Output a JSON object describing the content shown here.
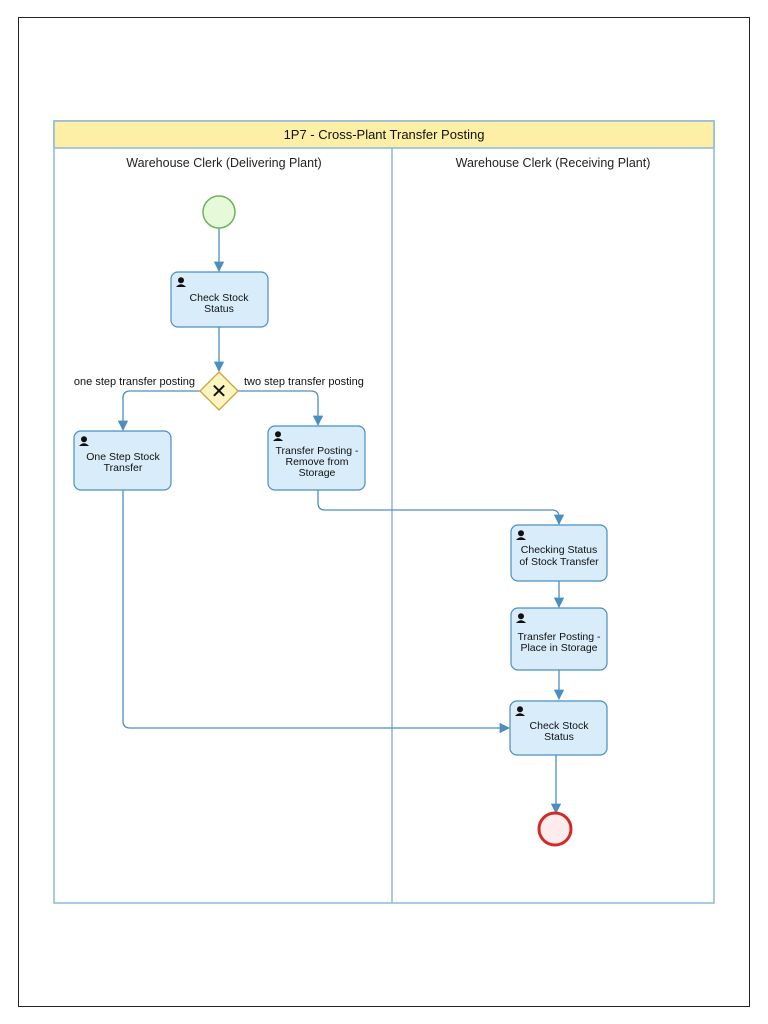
{
  "pool": {
    "title": "1P7 - Cross-Plant Transfer Posting"
  },
  "lanes": [
    {
      "id": "delivering",
      "title": "Warehouse Clerk (Delivering Plant)"
    },
    {
      "id": "receiving",
      "title": "Warehouse Clerk (Receiving Plant)"
    }
  ],
  "events": {
    "start": {
      "type": "start-event"
    },
    "end": {
      "type": "end-event"
    }
  },
  "tasks": [
    {
      "id": "check-stock-1",
      "icon": "user-icon",
      "lines": [
        "Check Stock",
        "Status"
      ]
    },
    {
      "id": "one-step",
      "icon": "user-icon",
      "lines": [
        "One Step Stock",
        "Transfer"
      ]
    },
    {
      "id": "remove-storage",
      "icon": "user-icon",
      "lines": [
        "Transfer Posting -",
        "Remove from",
        "Storage"
      ]
    },
    {
      "id": "checking-status",
      "icon": "user-icon",
      "lines": [
        "Checking Status",
        "of Stock Transfer"
      ]
    },
    {
      "id": "place-storage",
      "icon": "user-icon",
      "lines": [
        "Transfer Posting -",
        "Place in Storage"
      ]
    },
    {
      "id": "check-stock-2",
      "icon": "user-icon",
      "lines": [
        "Check Stock",
        "Status"
      ]
    }
  ],
  "gateway": {
    "type": "exclusive-gateway",
    "symbol": "✕"
  },
  "flow_labels": {
    "one_step": "one step transfer posting",
    "two_step": "two step transfer posting"
  },
  "colors": {
    "pool_header": "#fdf0a6",
    "lane_border": "#8bb8dc",
    "task_fill": "#d8ecfa",
    "task_stroke": "#4a8fc0",
    "start_fill": "#e6f9d8",
    "start_stroke": "#6bb35a",
    "end_stroke": "#d62828",
    "gateway_fill": "#fdf5bf",
    "gateway_stroke": "#c9a53a",
    "flow": "#4a8fc0"
  }
}
